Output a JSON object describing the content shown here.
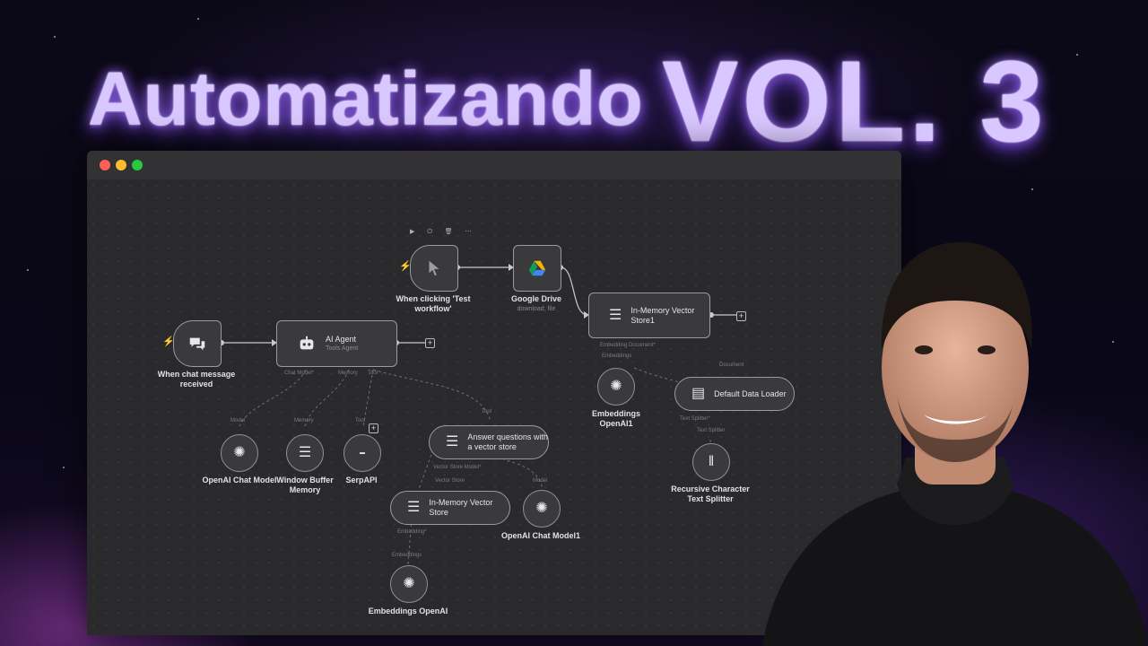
{
  "headline": {
    "left": "Automatizando",
    "right": "VOL. 3"
  },
  "colors": {
    "accent": "#b48cff",
    "node_border": "#9a9aa0",
    "trigger_bolt": "#ff6d5a",
    "edge": "#c9c9ce"
  },
  "window": {
    "buttons": [
      "close",
      "minimize",
      "maximize"
    ]
  },
  "toolbar": {
    "icons": "▶ ⏻ 🗑 ⋯"
  },
  "nodes": {
    "chat_trigger": {
      "title": "When chat message received",
      "icon": "chat-icon"
    },
    "ai_agent": {
      "title": "AI Agent",
      "subtitle": "Tools Agent",
      "icon": "robot-icon"
    },
    "openai_chat": {
      "title": "OpenAI Chat Model",
      "icon": "openai-icon"
    },
    "window_buffer": {
      "title": "Window Buffer Memory",
      "icon": "database-icon"
    },
    "serpapi": {
      "title": "SerpAPI",
      "icon": "serpapi-icon"
    },
    "answer_questions": {
      "title": "Answer questions with a vector store",
      "icon": "database-icon"
    },
    "inmemory_store": {
      "title": "In-Memory Vector Store",
      "icon": "database-icon"
    },
    "openai_chat1": {
      "title": "OpenAI Chat Model1",
      "icon": "openai-icon"
    },
    "embeddings_openai": {
      "title": "Embeddings OpenAI",
      "icon": "openai-icon"
    },
    "manual_trigger": {
      "title": "When clicking 'Test workflow'",
      "icon": "cursor-icon"
    },
    "google_drive": {
      "title": "Google Drive",
      "subtitle": "download: file",
      "icon": "google-drive-icon"
    },
    "inmemory_store1": {
      "title": "In-Memory Vector Store1",
      "icon": "database-icon"
    },
    "embeddings_openai1": {
      "title": "Embeddings OpenAI1",
      "icon": "openai-icon"
    },
    "default_loader": {
      "title": "Default Data Loader",
      "icon": "document-icon"
    },
    "text_splitter": {
      "title": "Recursive Character Text Splitter",
      "icon": "splitter-icon"
    }
  },
  "ports": {
    "chat_model": "Chat Model*",
    "memory": "Memory",
    "tool": "Tool",
    "model": "Model",
    "tool2": "Tool",
    "vector_store_model": "Vector Store Model*",
    "vector_store": "Vector Store",
    "model2": "Model",
    "embedding": "Embedding*",
    "embeddings": "Embeddings",
    "embedding_document": "Embedding Document*",
    "embeddings2": "Embeddings",
    "document": "Document",
    "text_splitter": "Text Splitter*",
    "text_splitter2": "Text Splitter"
  }
}
